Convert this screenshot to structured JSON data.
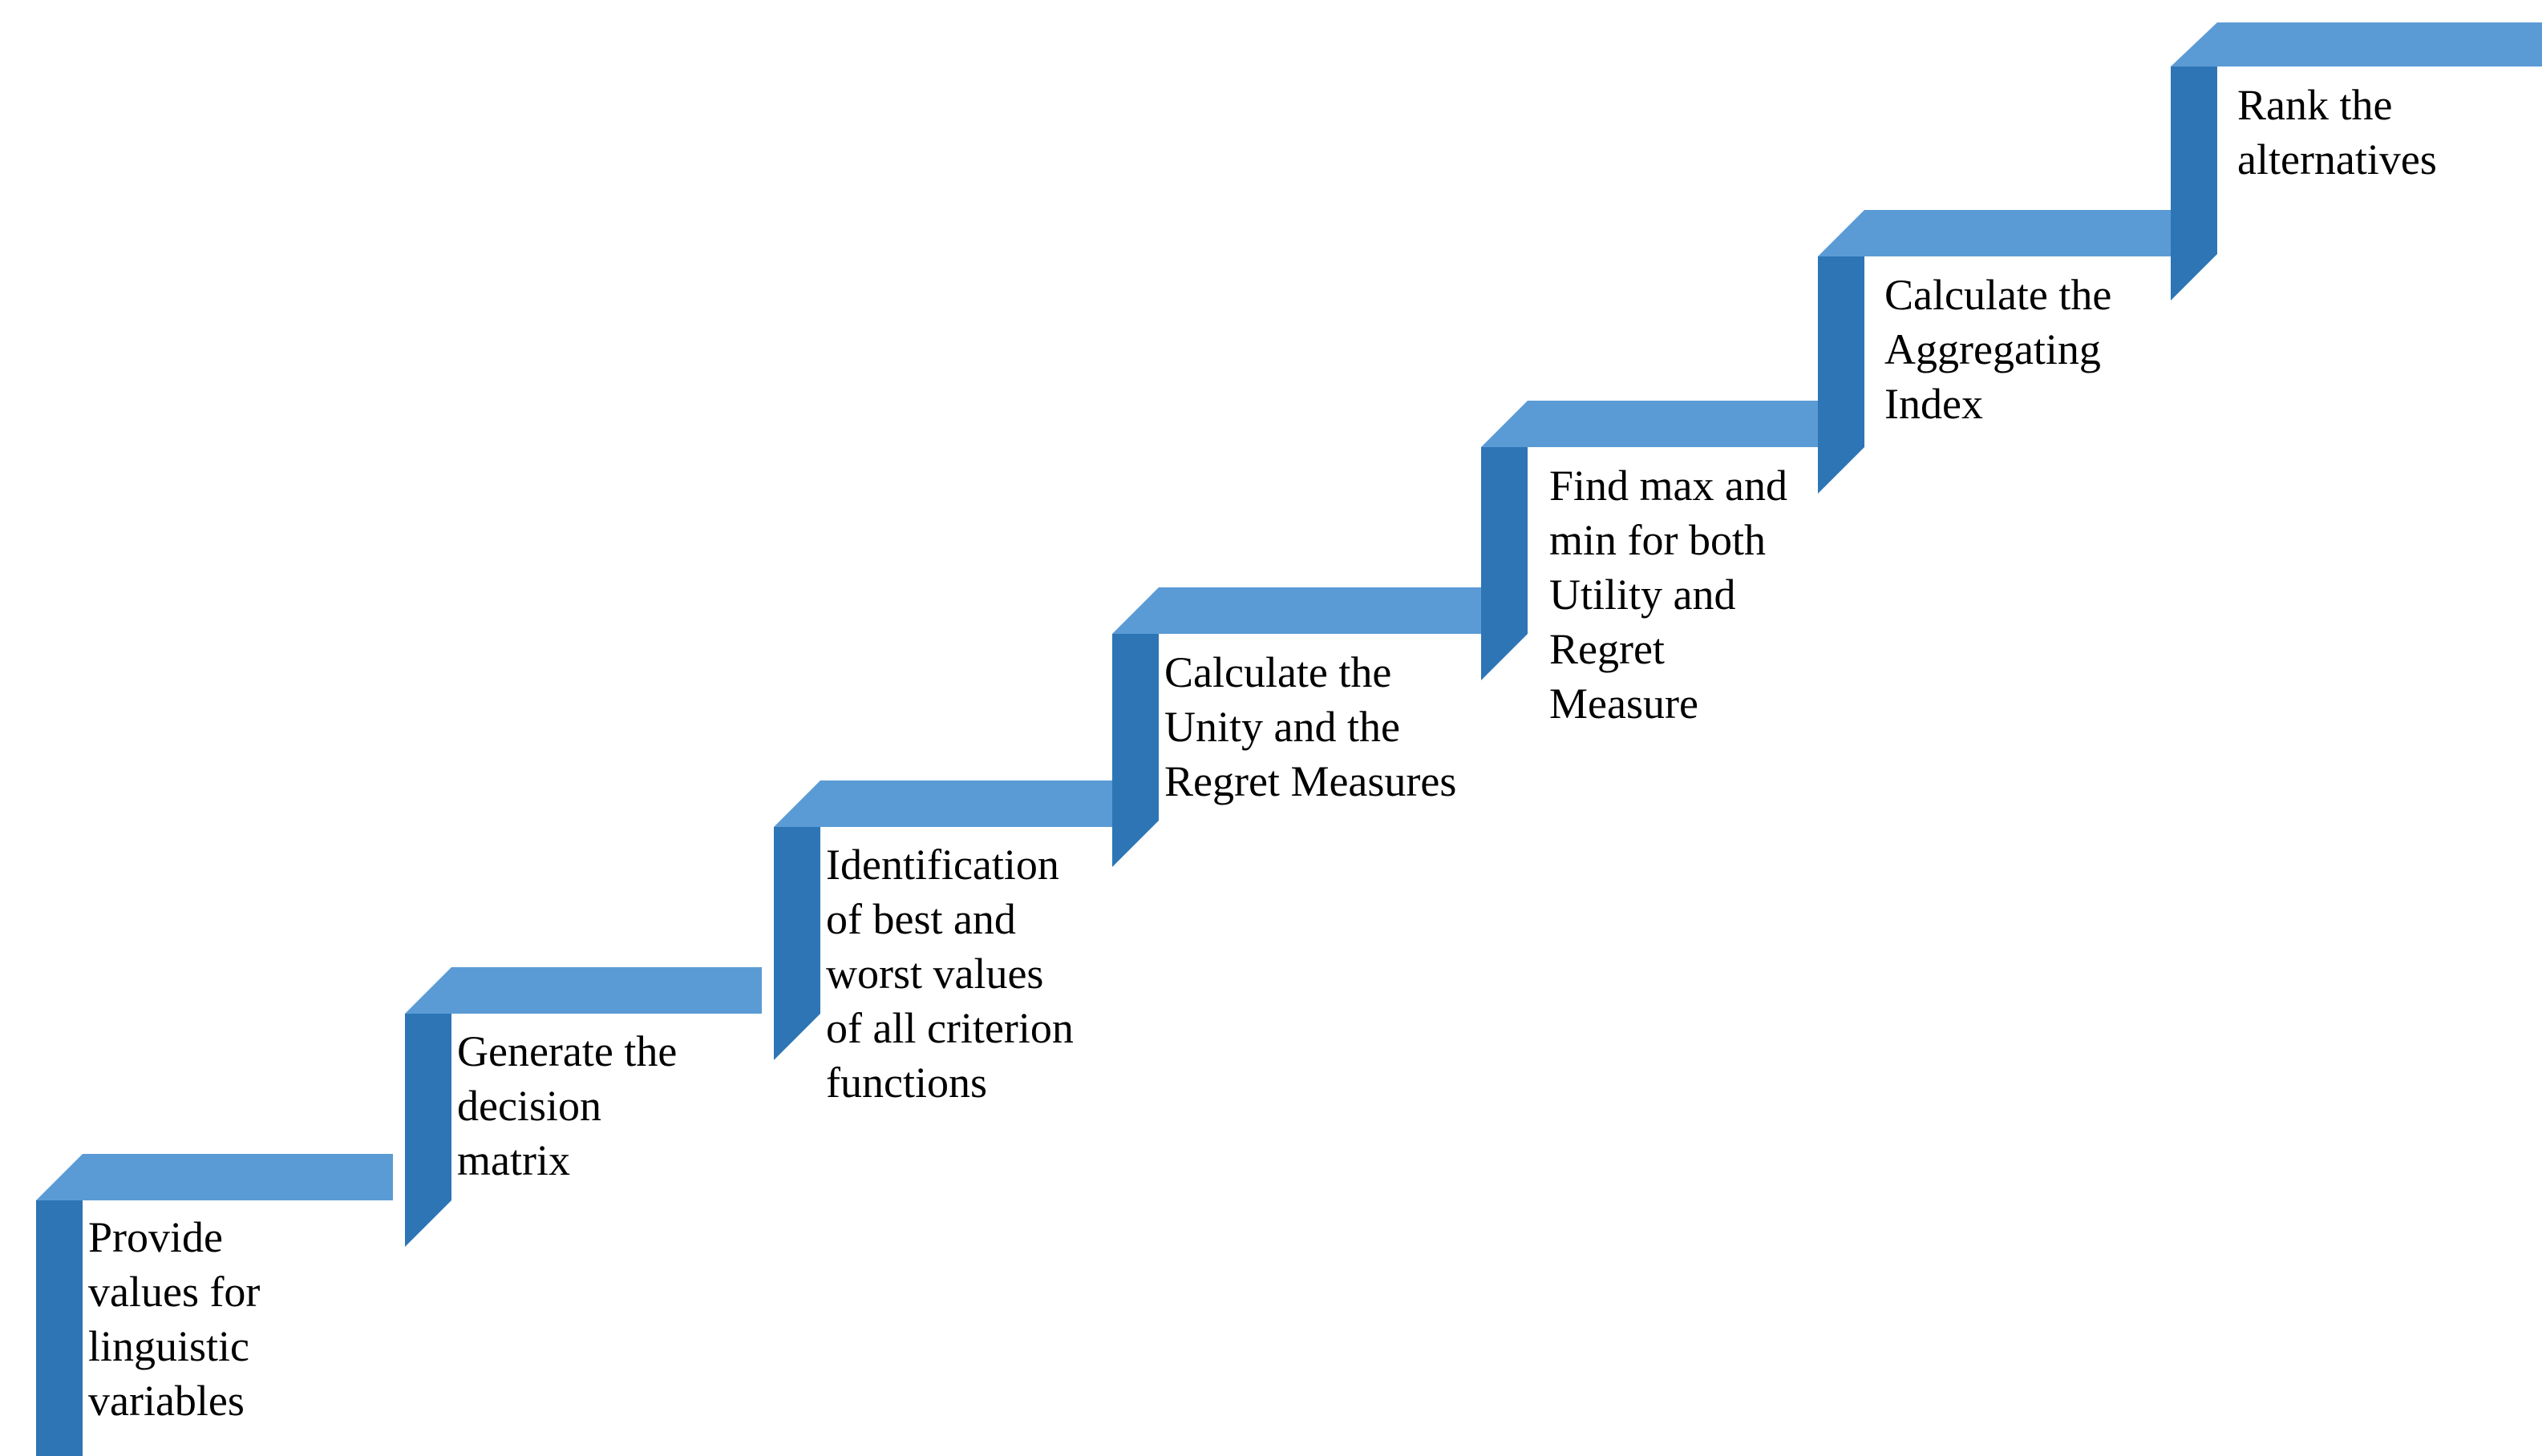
{
  "diagram": {
    "title": "VIKOR method procedure staircase",
    "type": "staircase-process-flow",
    "direction": "ascending-left-to-right",
    "background_color": "#FFFFFF",
    "colors": {
      "tread_top_face": "#5B9BD5",
      "riser_side_face": "#2E75B6",
      "label_text": "#000000"
    },
    "step_count": 7,
    "steps": [
      {
        "index": 1,
        "label": "Provide\nvalues for\nlinguistic\nvariables",
        "lines": [
          "Provide",
          "values for",
          "linguistic",
          "variables"
        ]
      },
      {
        "index": 2,
        "label": "Generate the\ndecision\nmatrix",
        "lines": [
          "Generate the",
          "decision",
          "matrix"
        ]
      },
      {
        "index": 3,
        "label": "Identification\nof best and\nworst values\nof all criterion\nfunctions",
        "lines": [
          "Identification",
          "of best and",
          "worst values",
          "of all criterion",
          "functions"
        ]
      },
      {
        "index": 4,
        "label": "Calculate the\nUnity and the\nRegret Measures",
        "lines": [
          "Calculate the",
          "Unity and the",
          "Regret Measures"
        ]
      },
      {
        "index": 5,
        "label": "Find max and\nmin for both\nUtility and\nRegret\nMeasure",
        "lines": [
          "Find max and",
          "min for both",
          "Utility and",
          "Regret",
          "Measure"
        ]
      },
      {
        "index": 6,
        "label": "Calculate the\nAggregating\nIndex",
        "lines": [
          "Calculate the",
          "Aggregating",
          "Index"
        ]
      },
      {
        "index": 7,
        "label": "Rank the\nalternatives",
        "lines": [
          "Rank the",
          "alternatives"
        ]
      }
    ]
  }
}
